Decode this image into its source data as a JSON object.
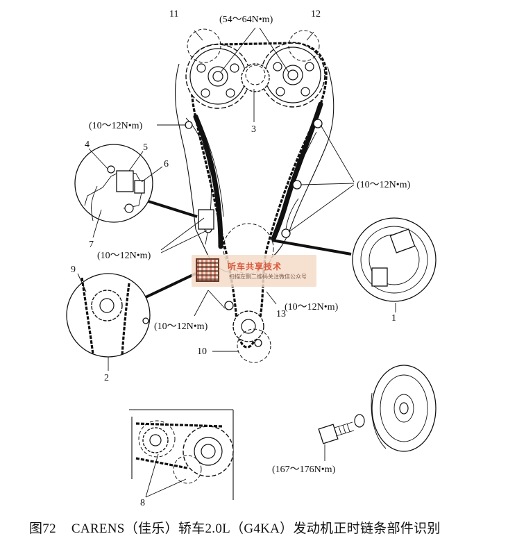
{
  "labels": {
    "n1": "1",
    "n2": "2",
    "n3": "3",
    "n4": "4",
    "n5": "5",
    "n6": "6",
    "n7": "7",
    "n8": "8",
    "n9": "9",
    "n10": "10",
    "n11": "11",
    "n12": "12",
    "n13": "13"
  },
  "torque": {
    "camshaft": "(54～64N•m)",
    "guide_left": "(10～12N•m)",
    "guide_right": "(10～12N•m)",
    "tensioner": "(10～12N•m)",
    "lower_right": "(10～12N•m)",
    "lower_left": "(10～12N•m)",
    "crank_bolt": "(167～176N•m)"
  },
  "watermark": {
    "title": "听车共享技术",
    "subtitle": "扫描左侧二维码关注微信公众号"
  },
  "caption": {
    "figure": "图72",
    "text": "CARENS（佳乐）轿车2.0L（G4KA）发动机正时链条部件识别"
  }
}
